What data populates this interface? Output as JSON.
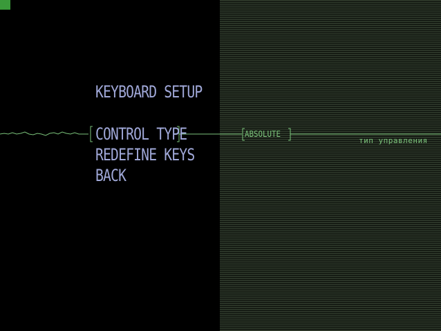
{
  "menu": {
    "title": "KEYBOARD SETUP",
    "items": [
      {
        "label": "CONTROL TYPE",
        "selected": true
      },
      {
        "label": "REDEFINE KEYS",
        "selected": false
      },
      {
        "label": "BACK",
        "selected": false
      }
    ]
  },
  "option": {
    "value": "ABSOLUTE",
    "hint": "тип управления"
  },
  "colors": {
    "menu_text": "#a0a8d8",
    "accent_green": "#7bc47b",
    "panel_scanline": "#2a3427",
    "corner_marker": "#3a9a3a"
  }
}
